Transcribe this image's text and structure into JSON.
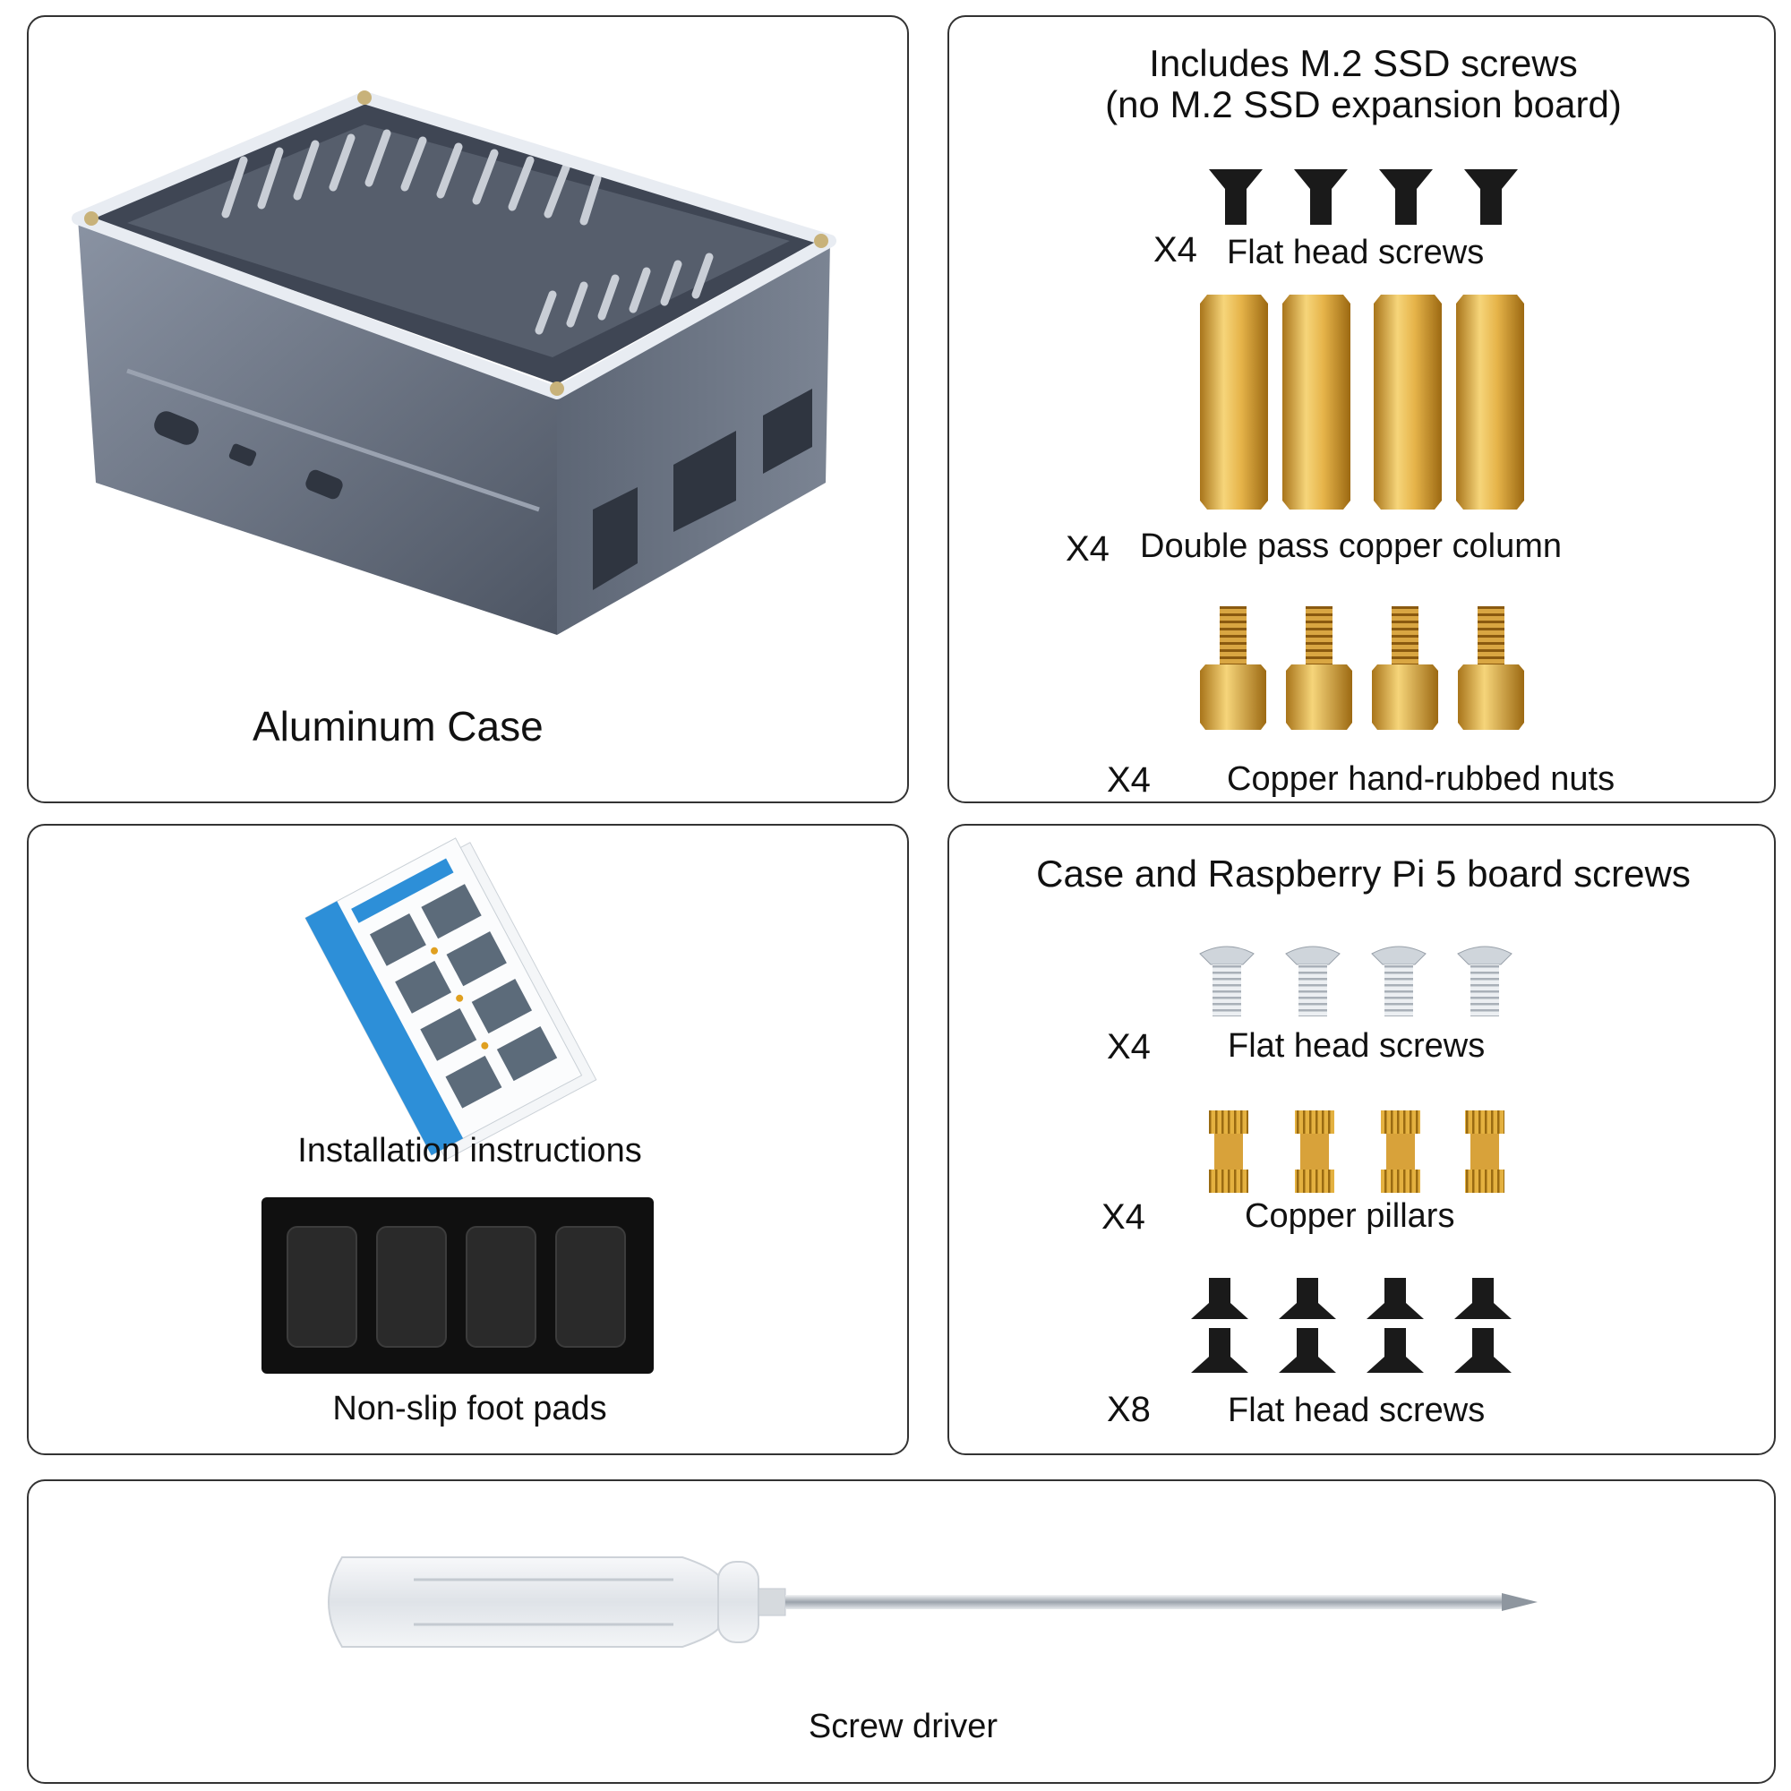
{
  "case_panel": {
    "label": "Aluminum Case"
  },
  "ssd_panel": {
    "title_line1": "Includes M.2 SSD screws",
    "title_line2": "(no M.2 SSD expansion board)",
    "rows": [
      {
        "qty": "X4",
        "label": "Flat head screws",
        "icon": "black-flat-head-screw-icon"
      },
      {
        "qty": "X4",
        "label": "Double pass copper column",
        "icon": "copper-standoff-icon"
      },
      {
        "qty": "X4",
        "label": "Copper hand-rubbed nuts",
        "icon": "copper-threaded-standoff-icon"
      }
    ]
  },
  "manual_panel": {
    "instructions_label": "Installation instructions",
    "foot_pads_label": "Non-slip foot pads"
  },
  "board_panel": {
    "title": "Case and Raspberry Pi 5 board screws",
    "rows": [
      {
        "qty": "X4",
        "label": "Flat head screws",
        "icon": "silver-flat-head-screw-icon"
      },
      {
        "qty": "X4",
        "label": "Copper pillars",
        "icon": "copper-knurled-pillar-icon"
      },
      {
        "qty": "X8",
        "label": "Flat head screws",
        "icon": "black-flat-head-screw-icon"
      }
    ]
  },
  "driver_panel": {
    "label": "Screw driver"
  },
  "colors": {
    "border": "#333333",
    "brass": "#c9962a",
    "case_gray": "#6b7280",
    "accent_blue": "#2d8fd8"
  }
}
